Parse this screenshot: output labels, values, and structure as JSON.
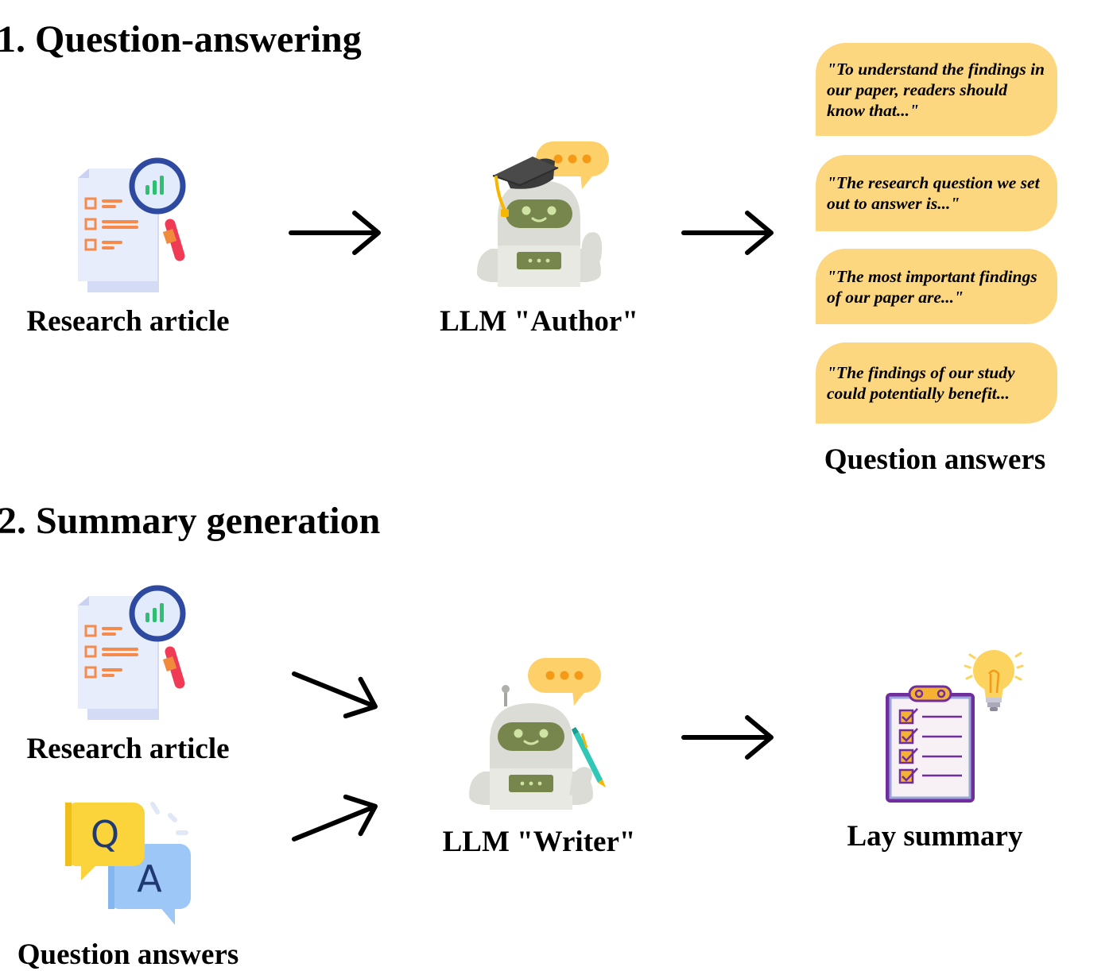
{
  "section1": {
    "title": "1. Question-answering",
    "research_article_label": "Research article",
    "author_label": "LLM \"Author\"",
    "answers_label": "Question answers",
    "answer_bubbles": [
      "\"To understand the findings in our paper, readers should know that...\"",
      "\"The research question we set out to answer is...\"",
      "\"The most important findings of our paper are...\"",
      "\"The findings of our study could potentially benefit..."
    ]
  },
  "section2": {
    "title": "2. Summary generation",
    "research_article_label": "Research article",
    "answers_label": "Question answers",
    "writer_label": "LLM \"Writer\"",
    "summary_label": "Lay summary",
    "qa_letters": {
      "q": "Q",
      "a": "A"
    }
  },
  "colors": {
    "bubble": "#fdd77f",
    "robot_body": "#dcdcd6",
    "robot_visor": "#76864c",
    "speech": "#fdd06a",
    "document": "#e4e9fb",
    "magnifier_ring": "#2e4aa0",
    "handle": "#ef3b55",
    "clipboard": "#6f2d9e",
    "bulb": "#fdd35f"
  },
  "icons": [
    "document-magnifier-icon",
    "robot-author-icon",
    "robot-writer-icon",
    "qa-bubbles-icon",
    "clipboard-checklist-icon",
    "lightbulb-icon",
    "arrow-right-icon"
  ]
}
